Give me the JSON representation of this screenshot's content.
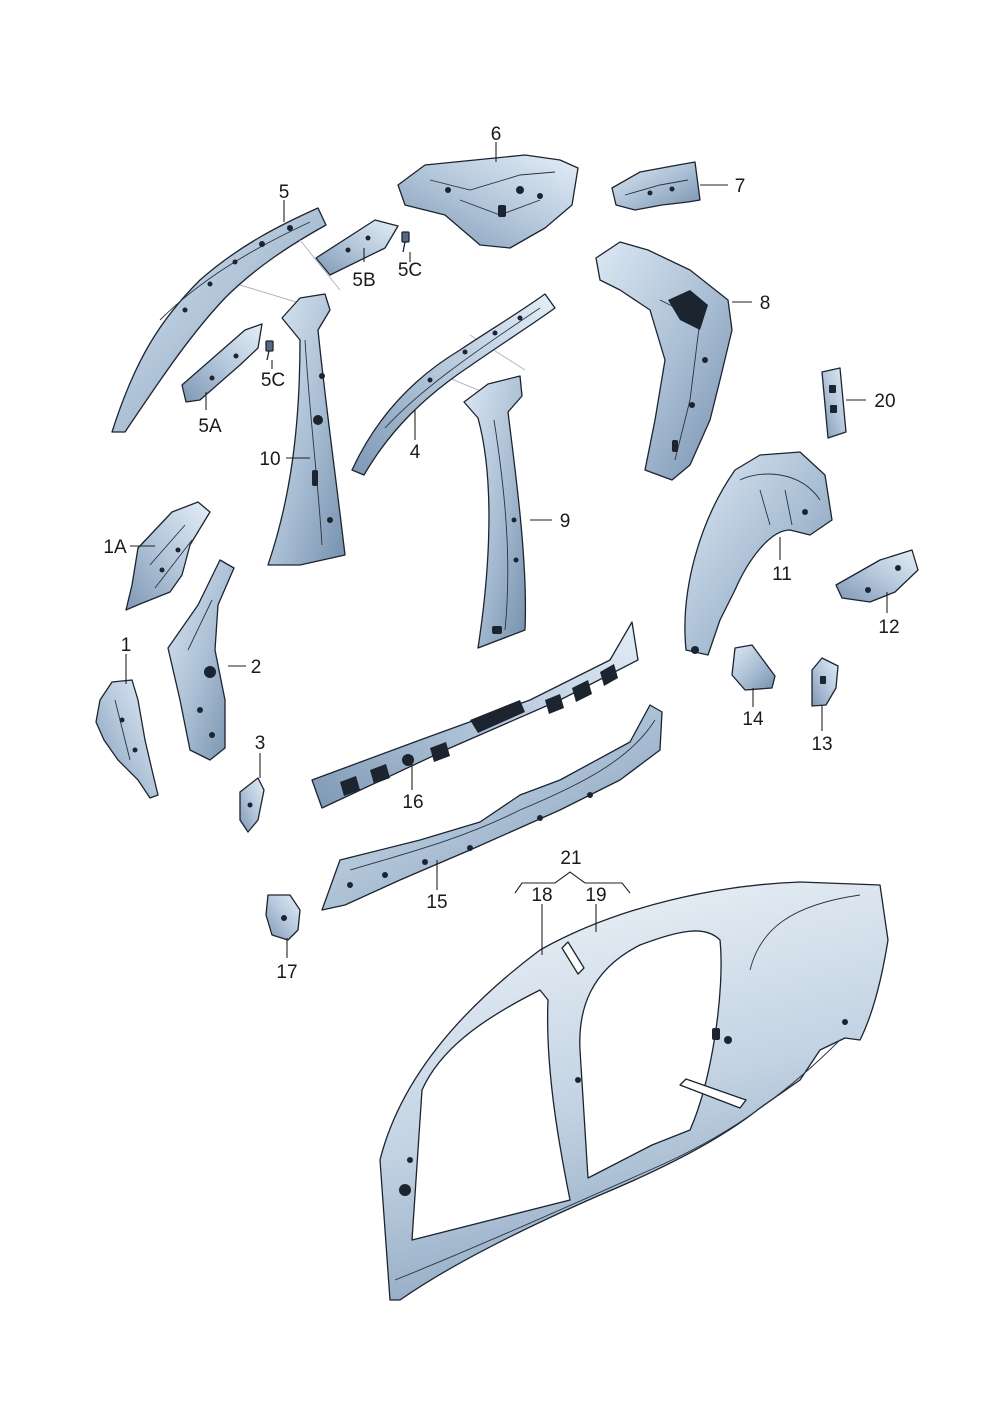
{
  "colors": {
    "part_light": "#c9d9ea",
    "part_mid": "#9fb6ce",
    "part_dark": "#6f8aa8",
    "outline": "#1c2430",
    "background": "#ffffff"
  },
  "labels": {
    "p1": "1",
    "p1A": "1A",
    "p2": "2",
    "p3": "3",
    "p4": "4",
    "p5": "5",
    "p5A": "5A",
    "p5B": "5B",
    "p5C_a": "5C",
    "p5C_b": "5C",
    "p6": "6",
    "p7": "7",
    "p8": "8",
    "p9": "9",
    "p10": "10",
    "p11": "11",
    "p12": "12",
    "p13": "13",
    "p14": "14",
    "p15": "15",
    "p16": "16",
    "p17": "17",
    "p18": "18",
    "p19": "19",
    "p20": "20",
    "p21": "21"
  }
}
